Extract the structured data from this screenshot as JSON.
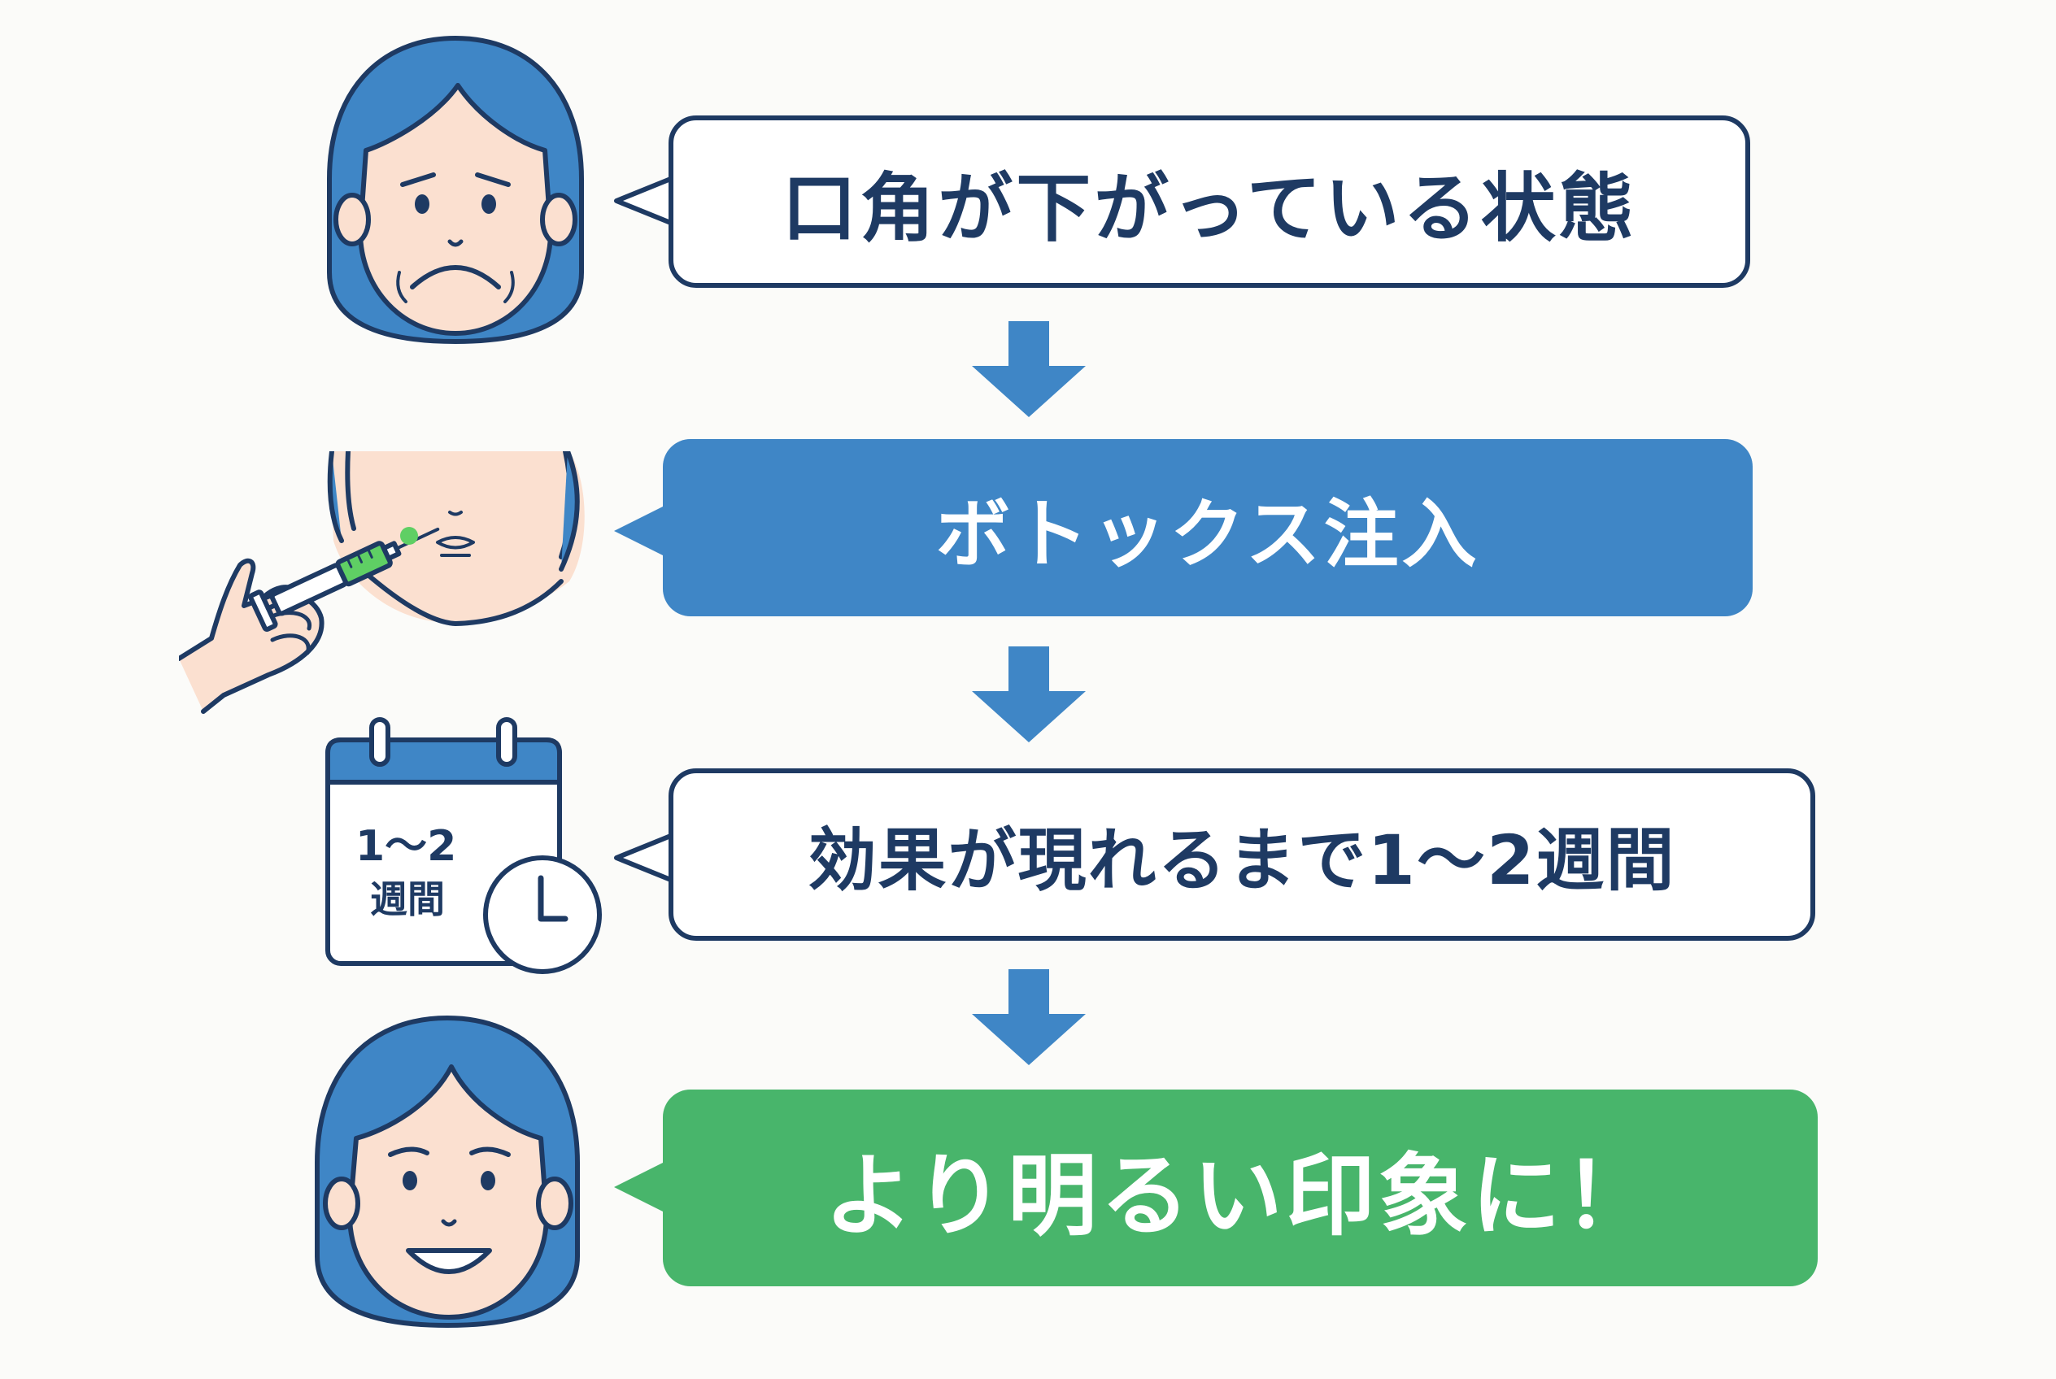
{
  "steps": [
    {
      "label": "口角が下がっている状態",
      "style": "white",
      "icon": "sad-face-icon"
    },
    {
      "label": "ボトックス注入",
      "style": "blue",
      "icon": "injection-icon"
    },
    {
      "label": "効果が現れるまで1〜2週間",
      "style": "white",
      "icon": "calendar-clock-icon"
    },
    {
      "label": "より明るい印象に！",
      "style": "green",
      "icon": "happy-face-icon"
    }
  ],
  "calendar": {
    "line1": "1〜2",
    "line2": "週間"
  },
  "colors": {
    "navy": "#1e3a63",
    "blue": "#3f86c6",
    "green": "#48b56b",
    "skin": "#fbe0d0",
    "hair": "#3f86c6",
    "needle_green": "#5fcf64"
  }
}
